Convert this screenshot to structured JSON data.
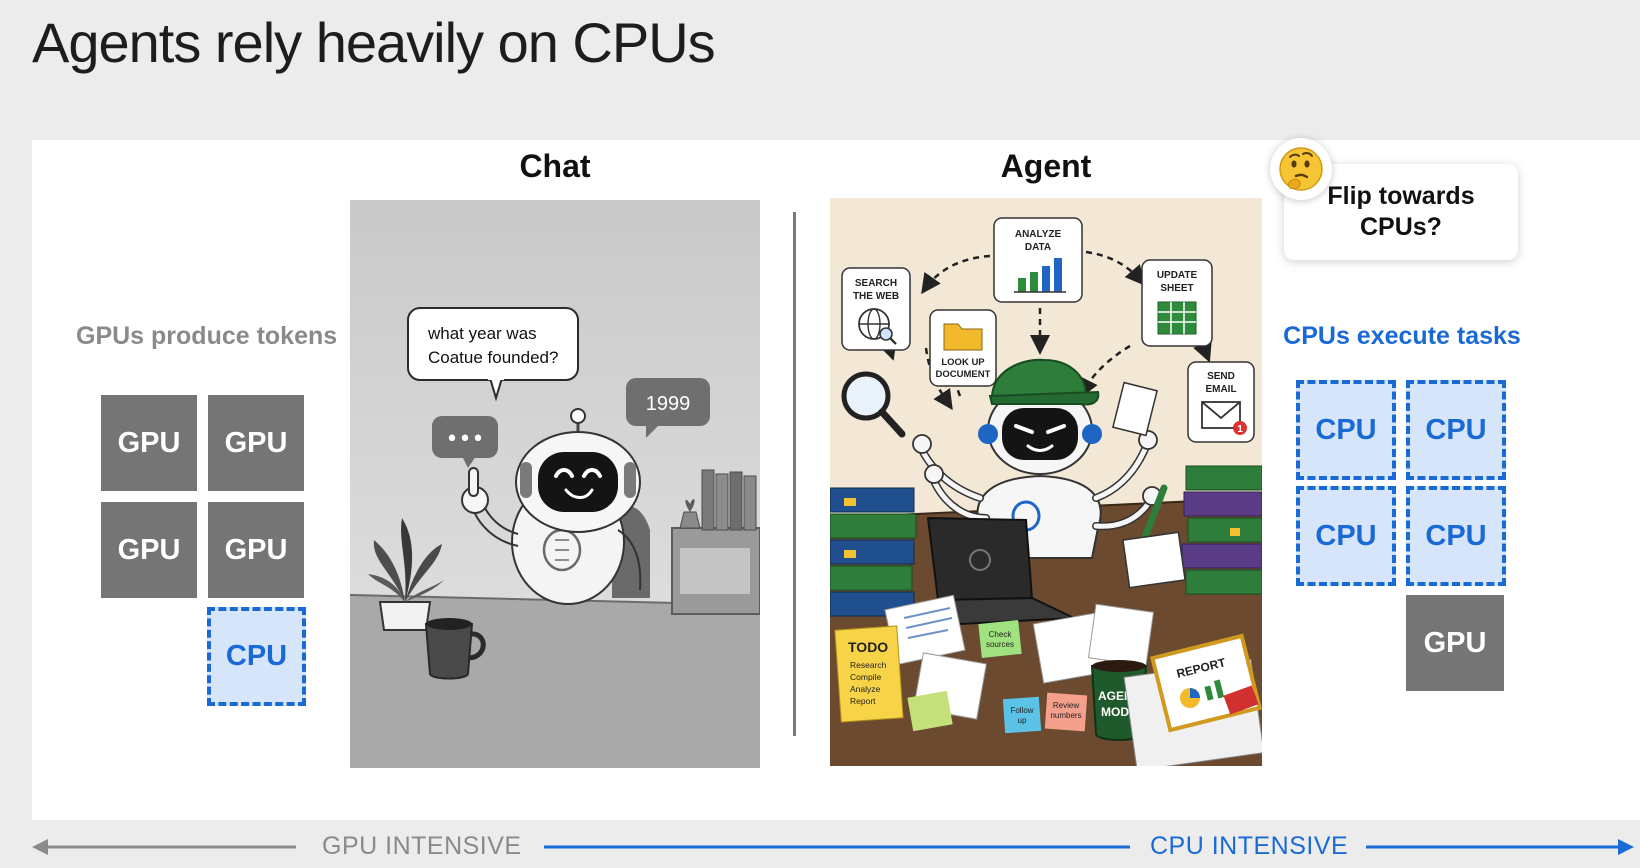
{
  "slide_title": "Agents rely heavily on CPUs",
  "colors": {
    "gpu": "#757575",
    "cpu_fill": "#d7e5fa",
    "cpu_accent": "#1a6ad6",
    "grey_text": "#8a8a8a",
    "bar_green": "#2e8b3c",
    "bar_blue": "#1f66c4"
  },
  "left_group": {
    "caption": "GPUs produce tokens",
    "chips": [
      {
        "kind": "gpu",
        "label": "GPU"
      },
      {
        "kind": "gpu",
        "label": "GPU"
      },
      {
        "kind": "gpu",
        "label": "GPU"
      },
      {
        "kind": "gpu",
        "label": "GPU"
      },
      {
        "kind": "cpu",
        "label": "CPU"
      }
    ]
  },
  "chat": {
    "heading": "Chat",
    "question": [
      "what year was",
      "Coatue founded?"
    ],
    "answer": "1999",
    "typing": "•••",
    "icons": [
      "chatbot-robot",
      "plant",
      "coffee-mug",
      "bookshelf"
    ]
  },
  "agent": {
    "heading": "Agent",
    "tasks": {
      "search_web": [
        "SEARCH",
        "THE WEB"
      ],
      "analyze_data": [
        "ANALYZE",
        "DATA"
      ],
      "update_sheet": [
        "UPDATE",
        "SHEET"
      ],
      "look_up_document": [
        "LOOK UP",
        "DOCUMENT"
      ],
      "send_email": [
        "SEND",
        "EMAIL"
      ]
    },
    "email_badge": "1",
    "todo": {
      "title": "TODO",
      "items": [
        "Research",
        "Compile",
        "Analyze",
        "Report"
      ]
    },
    "sticky_notes": {
      "check_sources": [
        "Check",
        "sources"
      ],
      "follow_up": [
        "Follow",
        "up"
      ],
      "review_numbers": [
        "Review",
        "numbers"
      ]
    },
    "mug_text": [
      "AGENT",
      "MODE"
    ],
    "report_label": "REPORT",
    "icons": [
      "multi-armed-agent-robot",
      "magnifier",
      "laptop",
      "binders",
      "pencil"
    ]
  },
  "right_group": {
    "callout": [
      "Flip towards",
      "CPUs?"
    ],
    "emoji": "thinking-face",
    "caption": "CPUs execute tasks",
    "chips": [
      {
        "kind": "cpu",
        "label": "CPU"
      },
      {
        "kind": "cpu",
        "label": "CPU"
      },
      {
        "kind": "cpu",
        "label": "CPU"
      },
      {
        "kind": "cpu",
        "label": "CPU"
      },
      {
        "kind": "gpu",
        "label": "GPU"
      }
    ]
  },
  "axis": {
    "left_label": "GPU INTENSIVE",
    "right_label": "CPU INTENSIVE"
  }
}
